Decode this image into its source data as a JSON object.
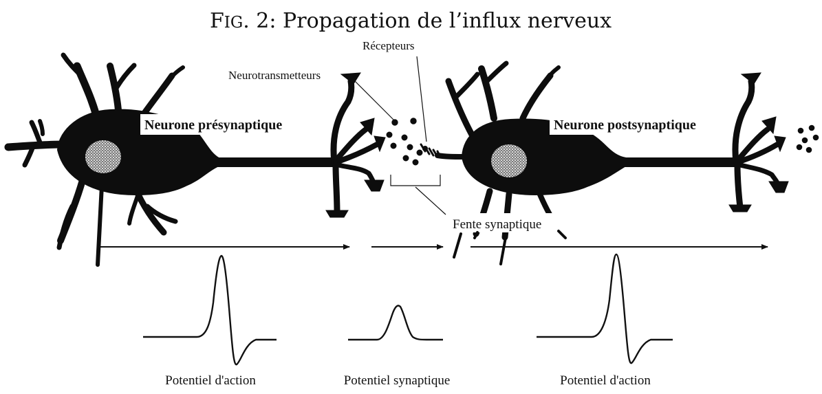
{
  "title": {
    "prefix": "F",
    "smallcaps": "IG",
    "rest": ". 2: Propagation de l’influx nerveux"
  },
  "labels": {
    "receptors": "Récepteurs",
    "neurotransmitters": "Neurotransmetteurs",
    "presynaptic_neuron": "Neurone présynaptique",
    "postsynaptic_neuron": "Neurone postsynaptique",
    "synaptic_cleft": "Fente synaptique"
  },
  "potentials": [
    {
      "label": "Potentiel d'action"
    },
    {
      "label": "Potentiel synaptique"
    },
    {
      "label": "Potentiel d'action"
    }
  ]
}
